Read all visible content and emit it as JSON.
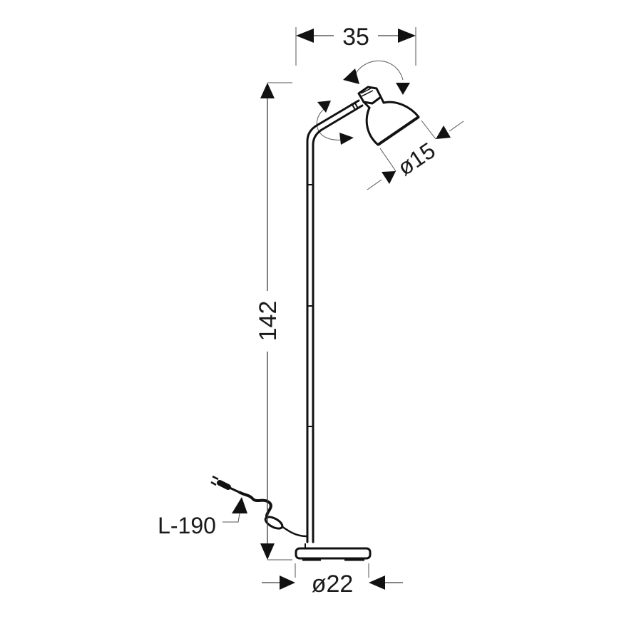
{
  "diagram": {
    "type": "technical-dimension-drawing",
    "subject": "floor lamp",
    "colors": {
      "line": "#111111",
      "dimension_line": "#3a3a3a",
      "background": "#ffffff"
    },
    "dimensions": {
      "width_head_reach": {
        "label": "35"
      },
      "shade_diameter": {
        "label": "ø15"
      },
      "height": {
        "label": "142"
      },
      "cord_length": {
        "label": "L-190"
      },
      "base_diameter": {
        "label": "ø22"
      }
    },
    "annotations": {
      "head_rotation": "rotation-arrows",
      "arm_tilt": "tilt-arrows"
    }
  }
}
